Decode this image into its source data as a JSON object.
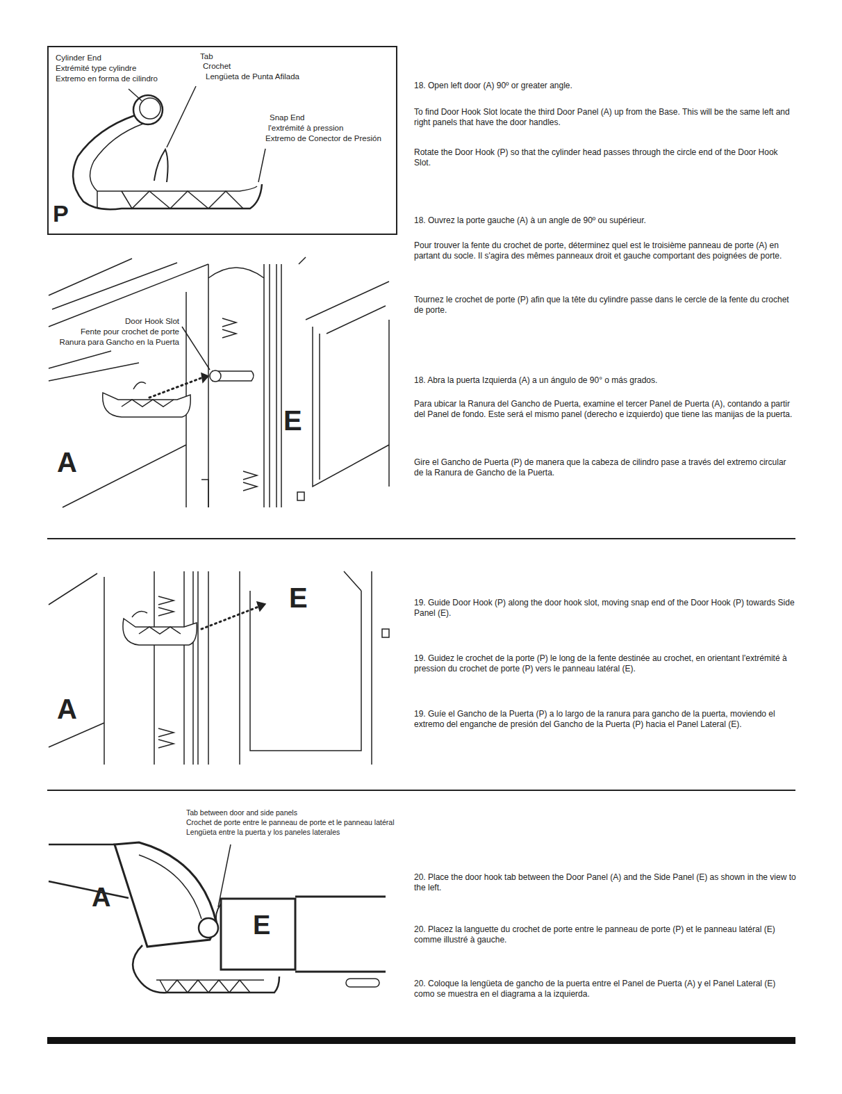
{
  "diagram": {
    "nodes": [
      {
        "text": [
          "Cylinder End",
          "Extrémité type cylindre",
          "Extremo en forma de cilindro",
          "Tab",
          "Crochet",
          "Lengüeta de Punta Afilada",
          "Snap End",
          "l'extrémité à pression",
          "Extremo de Conector de Presión",
          "P"
        ]
      }
    ],
    "labels": [
      "18. Open left door (A) 90º or greater angle.",
      "To find Door Hook Slot locate the third Door Panel (A) up from the Base. This will be the same left and right panels that have the door handles.",
      "Rotate the Door Hook (P) so that the cylinder head passes through the circle end of the Door Hook Slot.",
      "18. Ouvrez la porte gauche (A) à un angle de 90º ou supérieur.",
      "Pour trouver la fente du crochet de porte, déterminez quel est le troisième panneau de porte (A) en partant du socle. Il s'agira des mêmes panneaux droit et gauche comportant des poignées de porte.",
      "Tournez le crochet de porte (P) afin que la tête du cylindre passe dans le cercle de la fente du crochet de porte.",
      "18. Abra la puerta Izquierda (A) a un ángulo de 90° o más grados.",
      "Para ubicar la Ranura del Gancho de Puerta, examine el tercer Panel de Puerta (A), contando a partir del Panel de fondo. Este será el mismo panel (derecho e izquierdo) que tiene las manijas de la puerta.",
      "Gire el Gancho de Puerta (P) de manera que la cabeza de cilindro pase a través del extremo circular de la Ranura de Gancho de la Puerta.",
      "Door Hook Slot",
      "Fente pour crochet de porte",
      "Ranura para Gancho en la Puerta",
      "A",
      "E",
      "19. Guide Door Hook (P) along the door hook slot, moving snap end of the Door Hook (P) towards Side Panel (E).",
      "19. Guidez le crochet de la porte (P) le long de la fente destinée au crochet, en orientant l'extrémité à pression du crochet de porte (P) vers le panneau latéral (E).",
      "19. Guíe el Gancho de la Puerta (P) a lo largo de la ranura para gancho de la puerta, moviendo el extremo del enganche de presión del Gancho de la Puerta (P) hacia el Panel Lateral (E).",
      "E",
      "A",
      "Tab between door and side panels",
      "Crochet de porte entre le panneau de porte et le panneau latéral",
      "Lengüeta entre la puerta y los paneles laterales",
      "A",
      "E",
      "20. Place the door hook tab between the Door Panel (A) and the Side Panel (E) as shown in the view to the left.",
      "20. Placez la languette du crochet de porte entre le panneau de porte (P) et le panneau latéral (E) comme illustré à gauche.",
      "20. Coloque la lengüeta de gancho de la puerta entre el Panel de Puerta (A) y el Panel Lateral (E) como se muestra en el diagrama a la izquierda."
    ]
  }
}
